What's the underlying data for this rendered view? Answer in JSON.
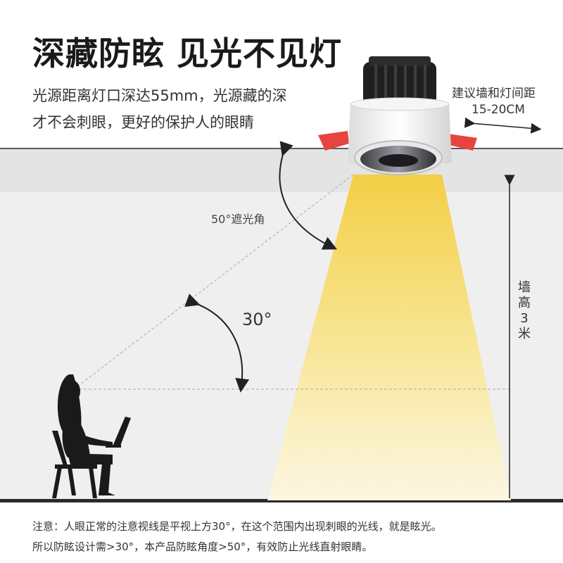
{
  "title": "深藏防眩 见光不见灯",
  "description": {
    "line1": "光源距离灯口深达55mm，光源藏的深",
    "line2": "才不会刺眼，更好的保护人的眼睛"
  },
  "wall_distance": {
    "label": "建议墙和灯间距",
    "value": "15-20CM"
  },
  "shading_angle_label": "50°遮光角",
  "sight_angle_label": "30°",
  "wall_height_label": "墙高3米",
  "note": {
    "line1": "注意：人眼正常的注意视线是平视上方30°，在这个范围内出现刺眼的光线，就是眩光。",
    "line2": "所以防眩设计需>30°，本产品防眩角度>50°，有效防止光线直射眼睛。"
  },
  "colors": {
    "ceiling": "#e4e4e4",
    "wall": "#eeeeee",
    "beam_top": "#f4d24e",
    "beam_bottom": "#fbf4de",
    "clip_red": "#e8443f",
    "heatsink": "#1e1e1e",
    "silhouette": "#1a1a1a"
  },
  "icons": {
    "lamp": "downlight-illustration",
    "person": "seated-person-with-laptop-silhouette"
  }
}
